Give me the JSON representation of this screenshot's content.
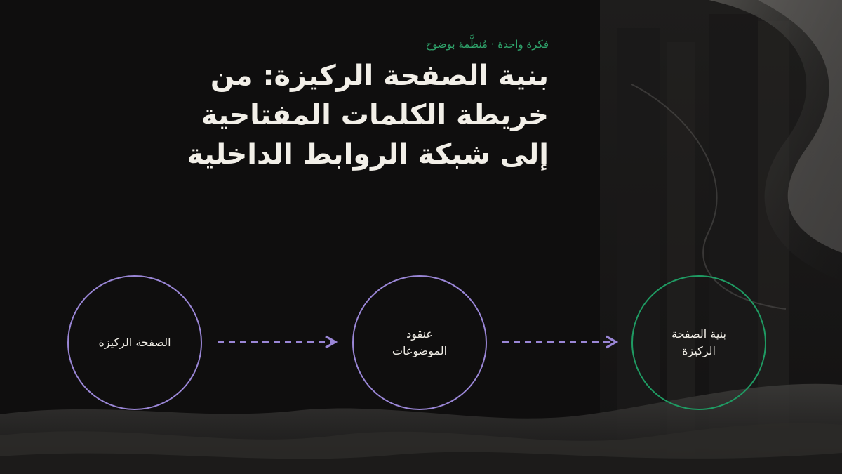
{
  "header": {
    "eyebrow": "فكرة واحدة · مُنظَّمة بوضوح",
    "title": "بنية الصفحة الركيزة: من خريطة الكلمات المفتاحية إلى شبكة الروابط الداخلية"
  },
  "diagram": {
    "nodes": [
      {
        "label": "الصفحة الركيزة",
        "color": "#9a86d6"
      },
      {
        "label": "عنقود الموضوعات",
        "color": "#9a86d6"
      },
      {
        "label": "بنية الصفحة الركيزة",
        "color": "#1f9b63"
      }
    ],
    "arrow_color": "#9a86d6"
  },
  "colors": {
    "background": "#0f0e0e",
    "accent_green": "#2fa36b",
    "accent_purple": "#9a86d6",
    "text": "#f2efe8"
  }
}
